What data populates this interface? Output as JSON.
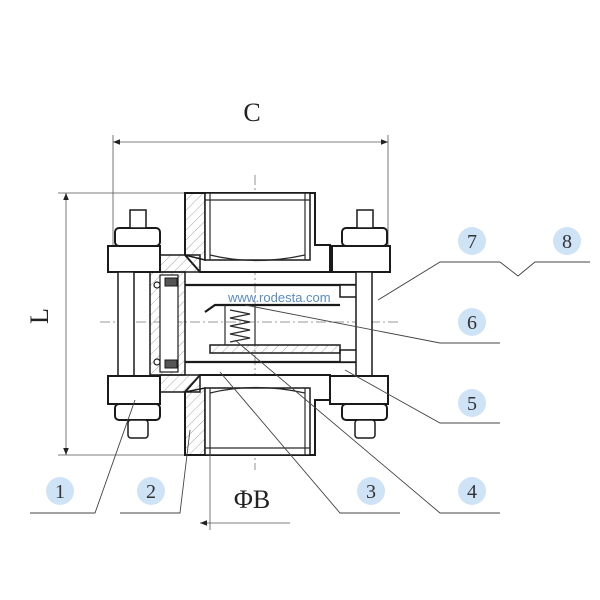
{
  "dimensions": {
    "overall_width": "C",
    "overall_length": "L",
    "bore_diameter": "ΦB"
  },
  "watermark": "www.rodesta.com",
  "part_numbers": [
    "1",
    "2",
    "3",
    "4",
    "5",
    "6",
    "7",
    "8"
  ],
  "colors": {
    "bubble_fill": "#cfe3f6",
    "line": "#1a1a1a",
    "watermark": "#2f6db5"
  }
}
